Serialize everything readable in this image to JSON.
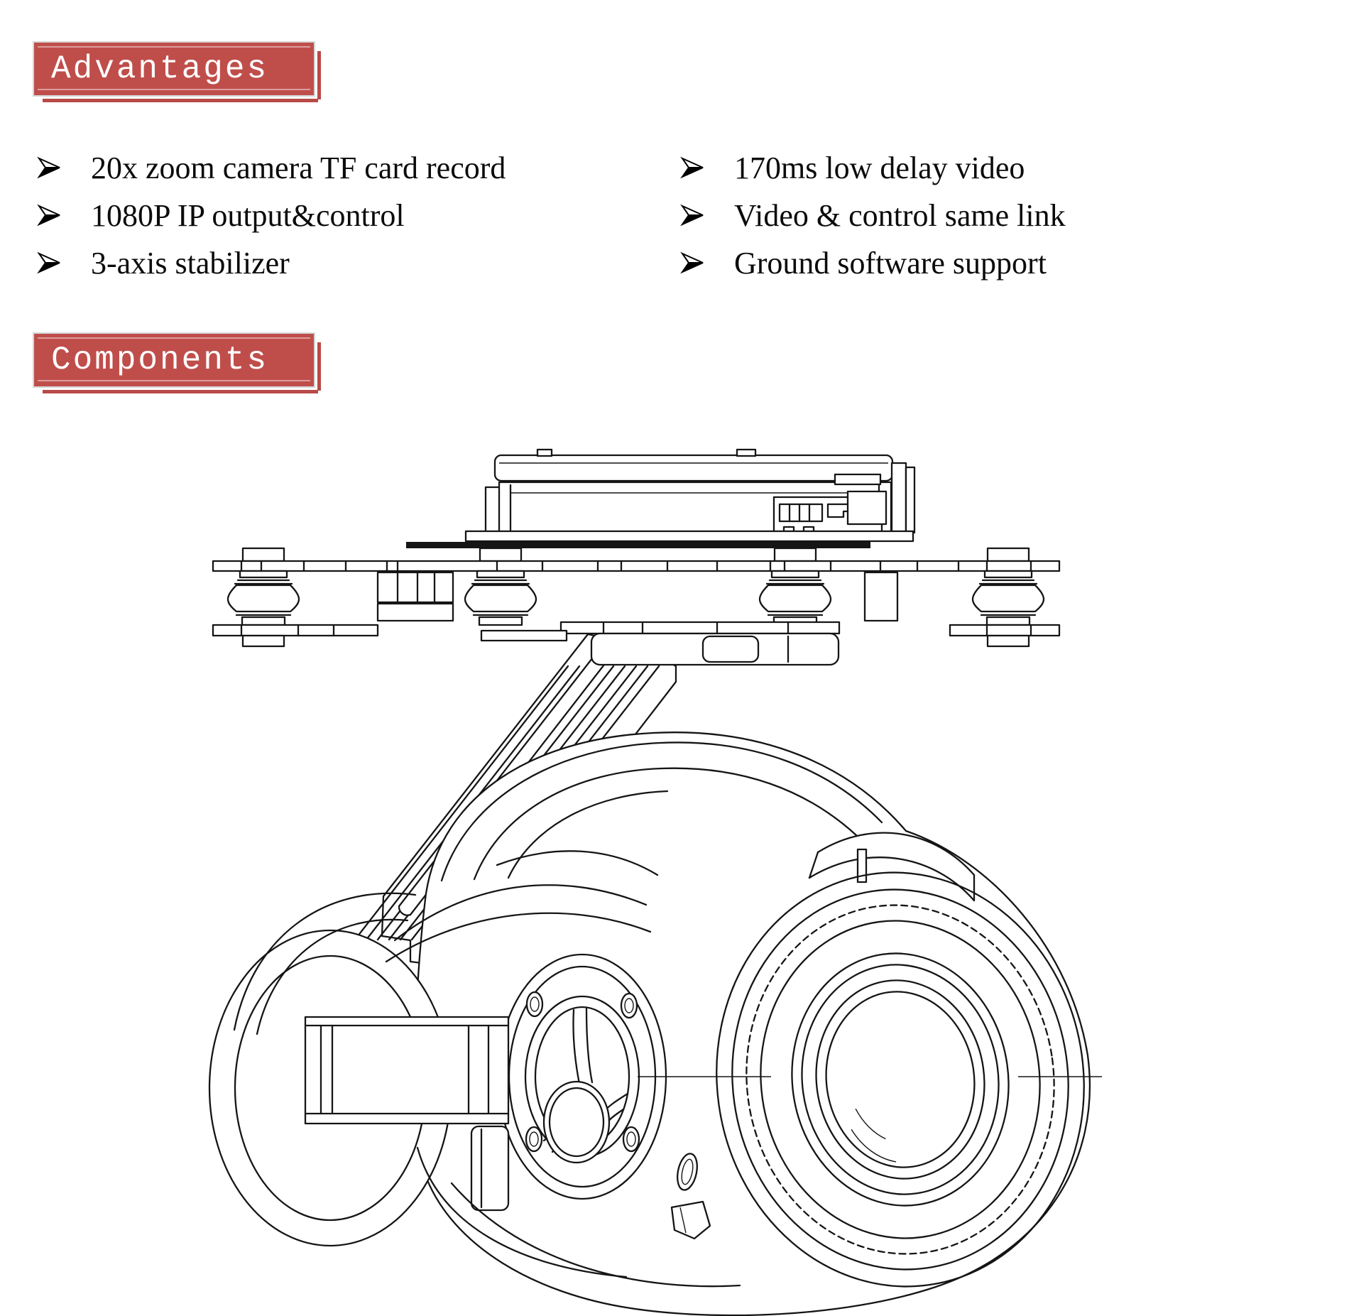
{
  "badges": {
    "advantages": "Advantages",
    "components": "Components",
    "bg": "#bf4e4b",
    "border": "#d6d6d6",
    "text_color": "#ffffff"
  },
  "advantages": {
    "left": [
      "20x zoom camera TF card record",
      "1080P IP output&control",
      "3-axis stabilizer"
    ],
    "right": [
      "170ms low delay video",
      "Video & control same link",
      "Ground software support"
    ]
  },
  "figure": {
    "ink": "#151515"
  }
}
